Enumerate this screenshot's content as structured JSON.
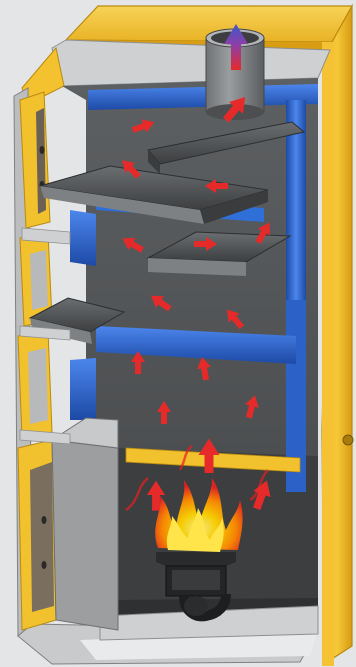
{
  "diagram": {
    "colors": {
      "background": "#e4e5e6",
      "casing_yellow": "#f2c12e",
      "casing_yellow_dark": "#d69e12",
      "casing_cut_edge": "#f7d36a",
      "steel_light": "#d9dadb",
      "steel_mid": "#a9aaab",
      "chamber_dark": "#545658",
      "chamber_deep": "#3e4042",
      "water_jacket_blue": "#2f6fd8",
      "water_jacket_blue_dark": "#1f4fb0",
      "flame_red": "#e62020",
      "flame_orange": "#ff8a00",
      "flame_yellow": "#ffd400",
      "arrow_red": "#e62a2a",
      "exhaust_arrow_blue": "#3f57c9",
      "burner_black": "#242526"
    },
    "components": [
      "boiler-casing",
      "water-jacket",
      "baffle-plates",
      "flue-pipe",
      "pellet-burner",
      "combustion-chamber",
      "ash-tray"
    ],
    "flow": [
      "hot-gas-arrows",
      "exhaust-arrow"
    ]
  }
}
